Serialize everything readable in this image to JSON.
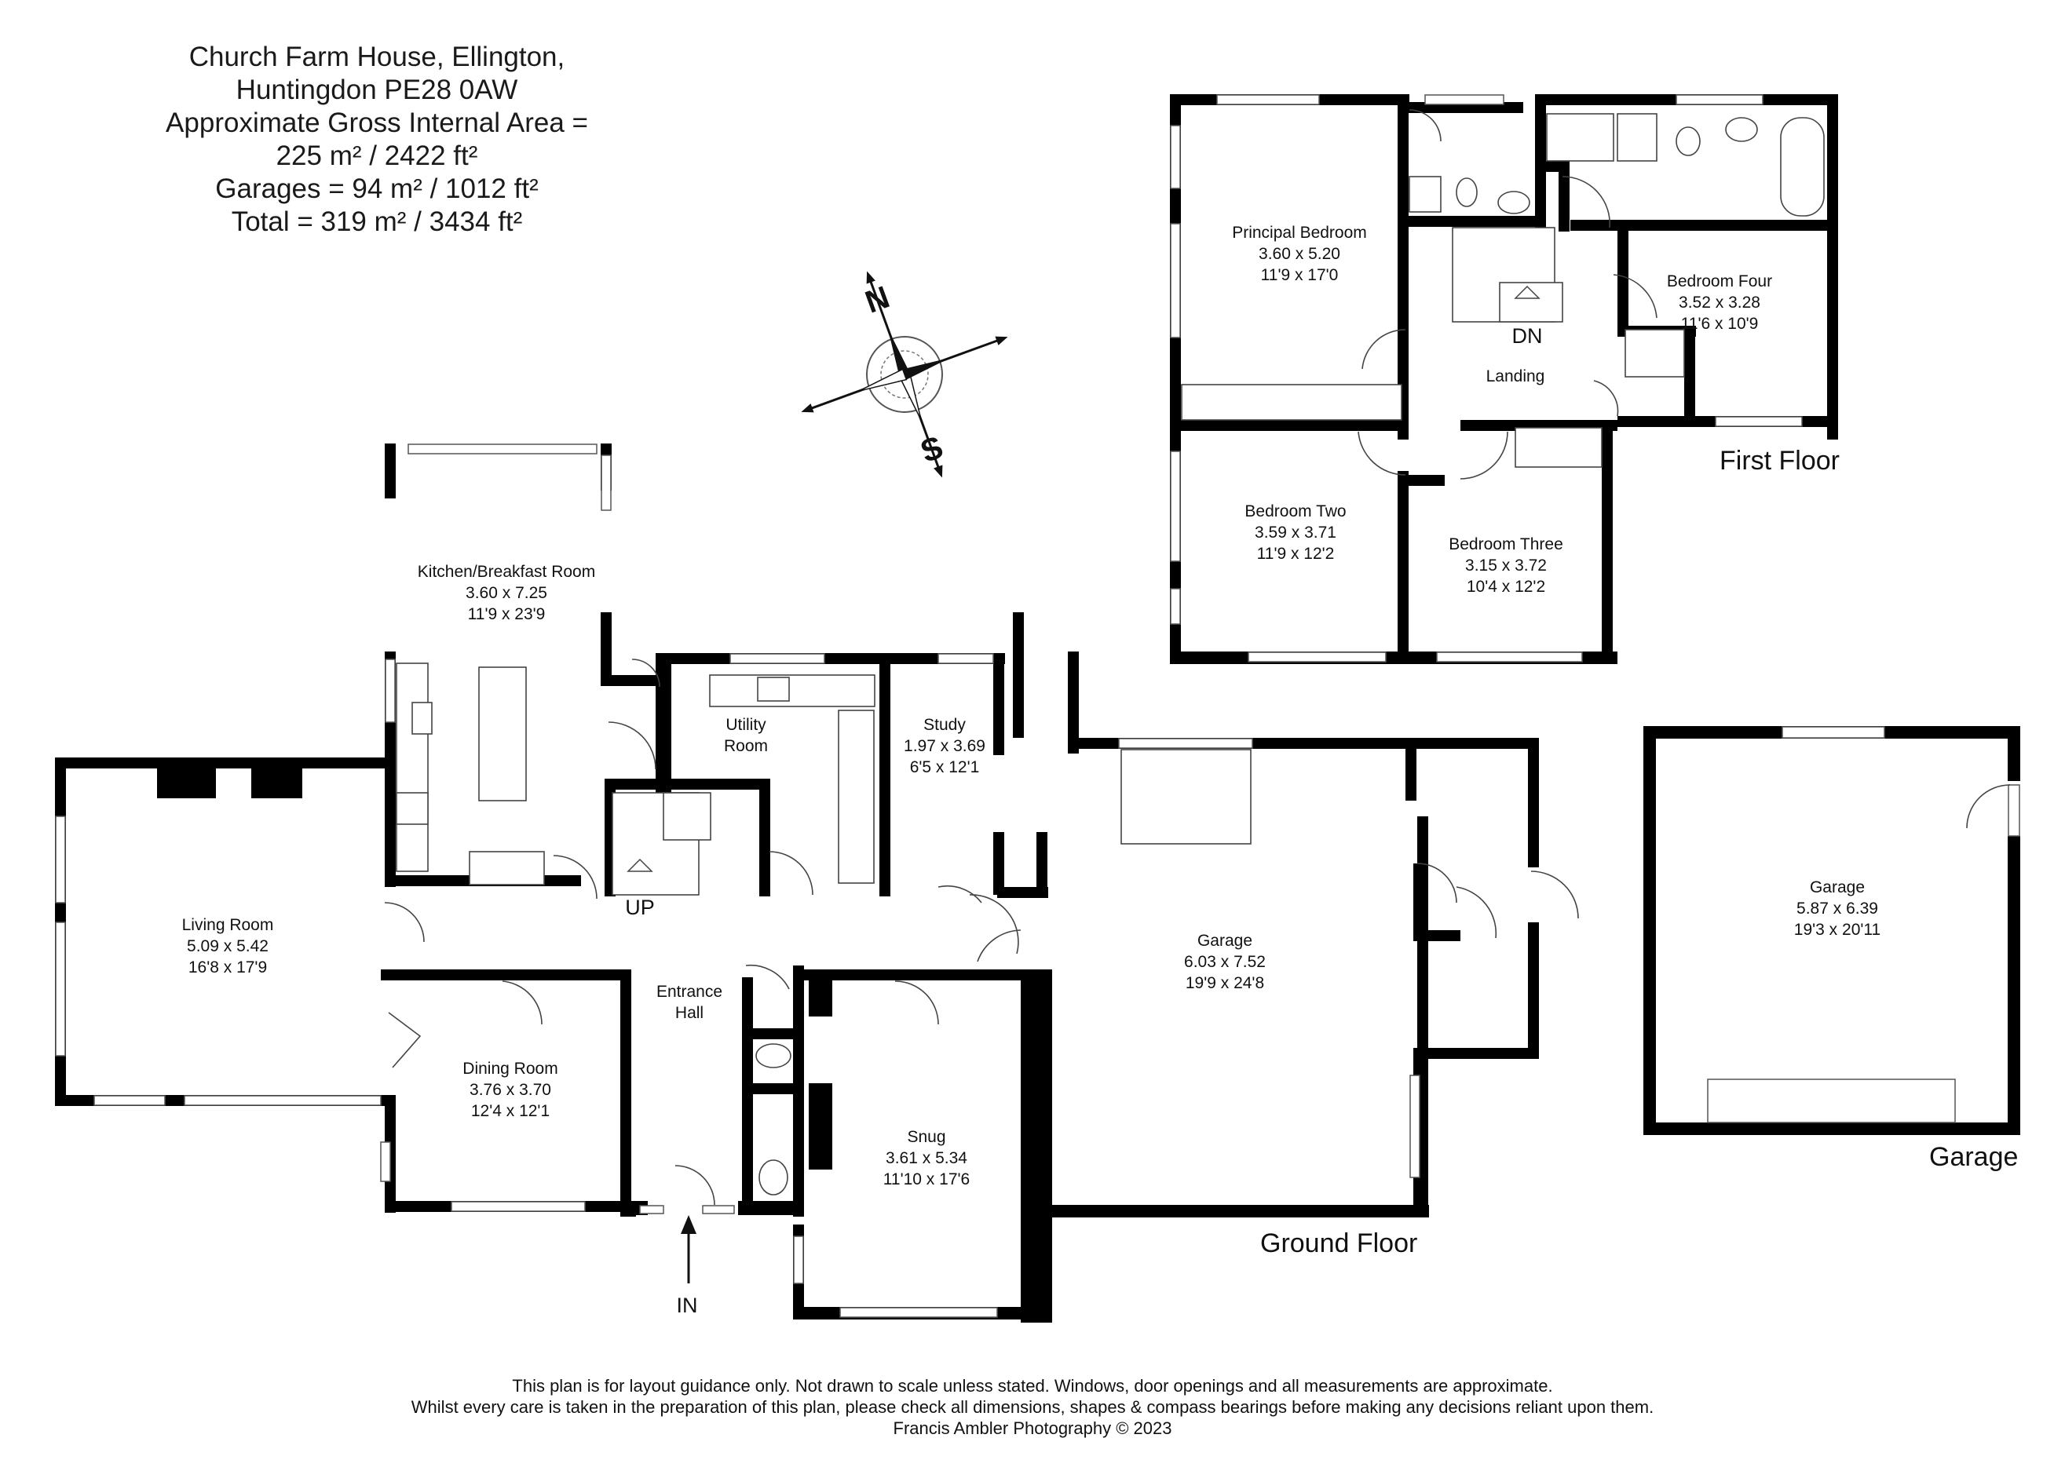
{
  "header": {
    "address": "Church Farm House, Ellington, Huntingdon PE28 0AW",
    "gross_area": "Approximate Gross Internal Area = 225 m² / 2422 ft²",
    "garages": "Garages = 94 m² / 1012 ft²",
    "total": "Total = 319 m² / 3434 ft²"
  },
  "floors": {
    "ground": "Ground Floor",
    "first": "First Floor",
    "garage": "Garage"
  },
  "rooms": {
    "kitchen": {
      "name": "Kitchen/Breakfast Room",
      "metric": "3.60 x 7.25",
      "imperial": "11'9 x 23'9"
    },
    "utility": {
      "name": "Utility",
      "name2": "Room"
    },
    "study": {
      "name": "Study",
      "metric": "1.97 x 3.69",
      "imperial": "6'5 x 12'1"
    },
    "living": {
      "name": "Living Room",
      "metric": "5.09 x 5.42",
      "imperial": "16'8 x 17'9"
    },
    "dining": {
      "name": "Dining Room",
      "metric": "3.76 x 3.70",
      "imperial": "12'4 x 12'1"
    },
    "entrance": {
      "name": "Entrance",
      "name2": "Hall"
    },
    "snug": {
      "name": "Snug",
      "metric": "3.61 x 5.34",
      "imperial": "11'10 x 17'6"
    },
    "garage_main": {
      "name": "Garage",
      "metric": "6.03 x 7.52",
      "imperial": "19'9 x 24'8"
    },
    "garage_detached": {
      "name": "Garage",
      "metric": "5.87 x 6.39",
      "imperial": "19'3 x 20'11"
    },
    "principal": {
      "name": "Principal Bedroom",
      "metric": "3.60 x 5.20",
      "imperial": "11'9 x 17'0"
    },
    "bed_four": {
      "name": "Bedroom Four",
      "metric": "3.52 x 3.28",
      "imperial": "11'6 x 10'9"
    },
    "landing": {
      "name": "Landing"
    },
    "bed_two": {
      "name": "Bedroom Two",
      "metric": "3.59 x 3.71",
      "imperial": "11'9 x 12'2"
    },
    "bed_three": {
      "name": "Bedroom Three",
      "metric": "3.15 x 3.72",
      "imperial": "10'4 x 12'2"
    }
  },
  "labels": {
    "up": "UP",
    "dn": "DN",
    "in": "IN",
    "compass_n": "N",
    "compass_s": "S"
  },
  "footer": {
    "line1": "This plan is for layout guidance only. Not drawn to scale unless stated. Windows, door openings and all measurements are approximate.",
    "line2": "Whilst every care is taken in the preparation of this plan, please check all dimensions, shapes & compass bearings before making any decisions reliant upon them.",
    "line3": "Francis Ambler Photography © 2023"
  }
}
